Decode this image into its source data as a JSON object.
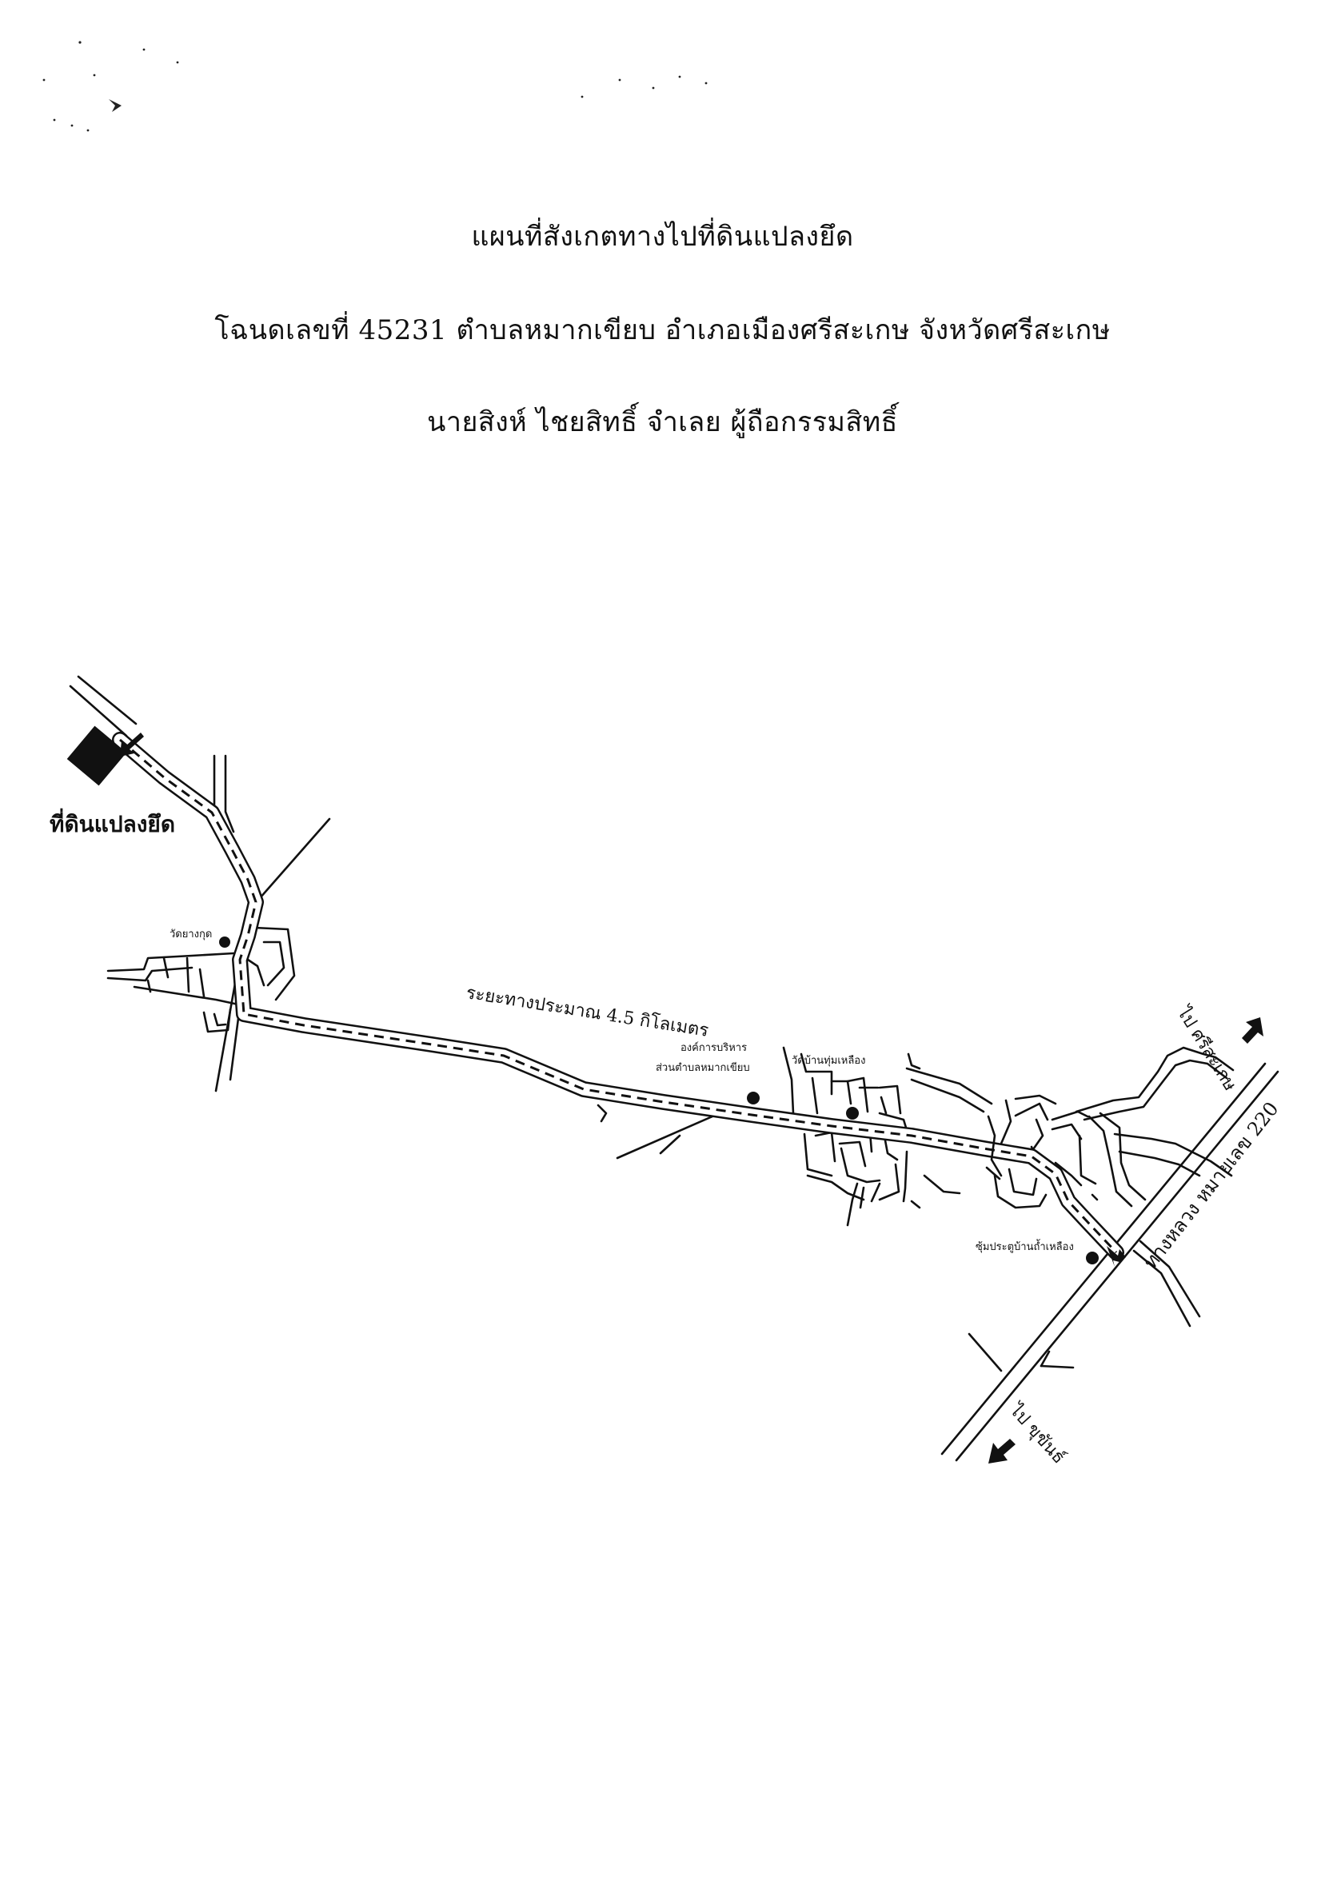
{
  "header": {
    "title": "แผนที่สังเกตทางไปที่ดินแปลงยึด",
    "deed_line": "โฉนดเลขที่  45231  ตำบลหมากเขียบ  อำเภอเมืองศรีสะเกษ  จังหวัดศรีสะเกษ",
    "owner_line": "นายสิงห์ ไชยสิทธิ์  จำเลย    ผู้ถือกรรมสิทธิ์"
  },
  "map": {
    "land_plot_label": "ที่ดินแปลงยึด",
    "distance_label": "ระยะทางประมาณ 4.5 กิโลเมตร",
    "highway_label": "ทางหลวง หมายเลข  220",
    "to_sisaket_label": "ไป ศรีสะเกษ",
    "to_khukhan_label": "ไป ขุขันธ์",
    "landmarks": [
      {
        "id": "wat-yang-kut",
        "label": "วัดยางกุด"
      },
      {
        "id": "sao",
        "label_line1": "องค์การบริหาร",
        "label_line2": "ส่วนตำบลหมากเขียบ"
      },
      {
        "id": "wat-ban-thum-lueang",
        "label": "วัดบ้านทุ่มเหลือง"
      },
      {
        "id": "gate",
        "label": "ซุ้มประตูบ้านถ้ำเหลือง"
      }
    ],
    "colors": {
      "ink": "#111111",
      "paper": "#ffffff"
    }
  }
}
